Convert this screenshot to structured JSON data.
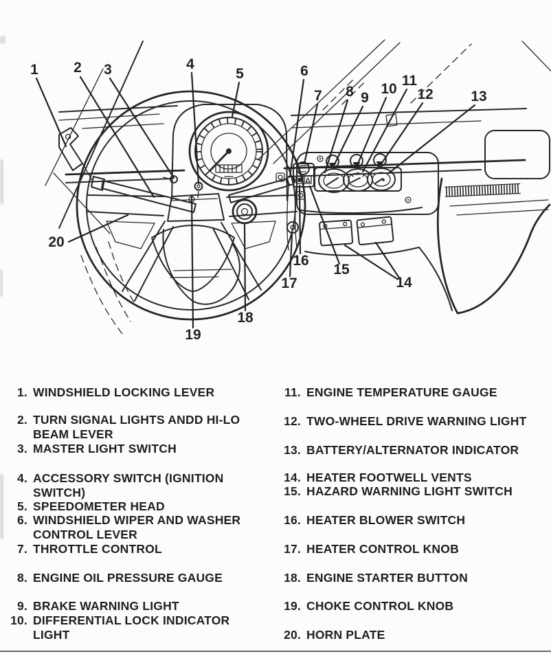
{
  "figure": {
    "callouts": [
      {
        "n": "1"
      },
      {
        "n": "2"
      },
      {
        "n": "3"
      },
      {
        "n": "4"
      },
      {
        "n": "5"
      },
      {
        "n": "6"
      },
      {
        "n": "7"
      },
      {
        "n": "8"
      },
      {
        "n": "9"
      },
      {
        "n": "10"
      },
      {
        "n": "11"
      },
      {
        "n": "12"
      },
      {
        "n": "13"
      },
      {
        "n": "14"
      },
      {
        "n": "15"
      },
      {
        "n": "16"
      },
      {
        "n": "17"
      },
      {
        "n": "18"
      },
      {
        "n": "19"
      },
      {
        "n": "20"
      }
    ]
  },
  "legend": {
    "left": [
      {
        "num": "1.",
        "label": "WINDSHIELD LOCKING LEVER"
      },
      {
        "num": "2.",
        "label": "TURN SIGNAL LIGHTS ANDD HI-LO\nBEAM LEVER"
      },
      {
        "num": "3.",
        "label": "MASTER LIGHT SWITCH"
      },
      {
        "num": "4.",
        "label": "ACCESSORY SWITCH (IGNITION\nSWITCH)"
      },
      {
        "num": "5.",
        "label": "SPEEDOMETER HEAD"
      },
      {
        "num": "6.",
        "label": "WINDSHIELD WIPER AND WASHER\nCONTROL LEVER"
      },
      {
        "num": "7.",
        "label": "THROTTLE CONTROL"
      },
      {
        "num": "8.",
        "label": "ENGINE OIL PRESSURE GAUGE"
      },
      {
        "num": "9.",
        "label": "BRAKE WARNING LIGHT"
      },
      {
        "num": "10.",
        "label": "DIFFERENTIAL LOCK INDICATOR\nLIGHT"
      }
    ],
    "right": [
      {
        "num": "11.",
        "label": "ENGINE TEMPERATURE GAUGE"
      },
      {
        "num": "12.",
        "label": "TWO-WHEEL DRIVE WARNING LIGHT"
      },
      {
        "num": "13.",
        "label": "BATTERY/ALTERNATOR INDICATOR"
      },
      {
        "num": "14.",
        "label": "HEATER FOOTWELL VENTS"
      },
      {
        "num": "15.",
        "label": "HAZARD WARNING LIGHT SWITCH"
      },
      {
        "num": "16.",
        "label": "HEATER BLOWER SWITCH"
      },
      {
        "num": "17.",
        "label": "HEATER CONTROL KNOB"
      },
      {
        "num": "18.",
        "label": "ENGINE STARTER BUTTON"
      },
      {
        "num": "19.",
        "label": "CHOKE CONTROL KNOB"
      },
      {
        "num": "20.",
        "label": "HORN PLATE"
      }
    ]
  },
  "colors": {
    "ink": "#262624",
    "paper": "#fcfcfb"
  }
}
